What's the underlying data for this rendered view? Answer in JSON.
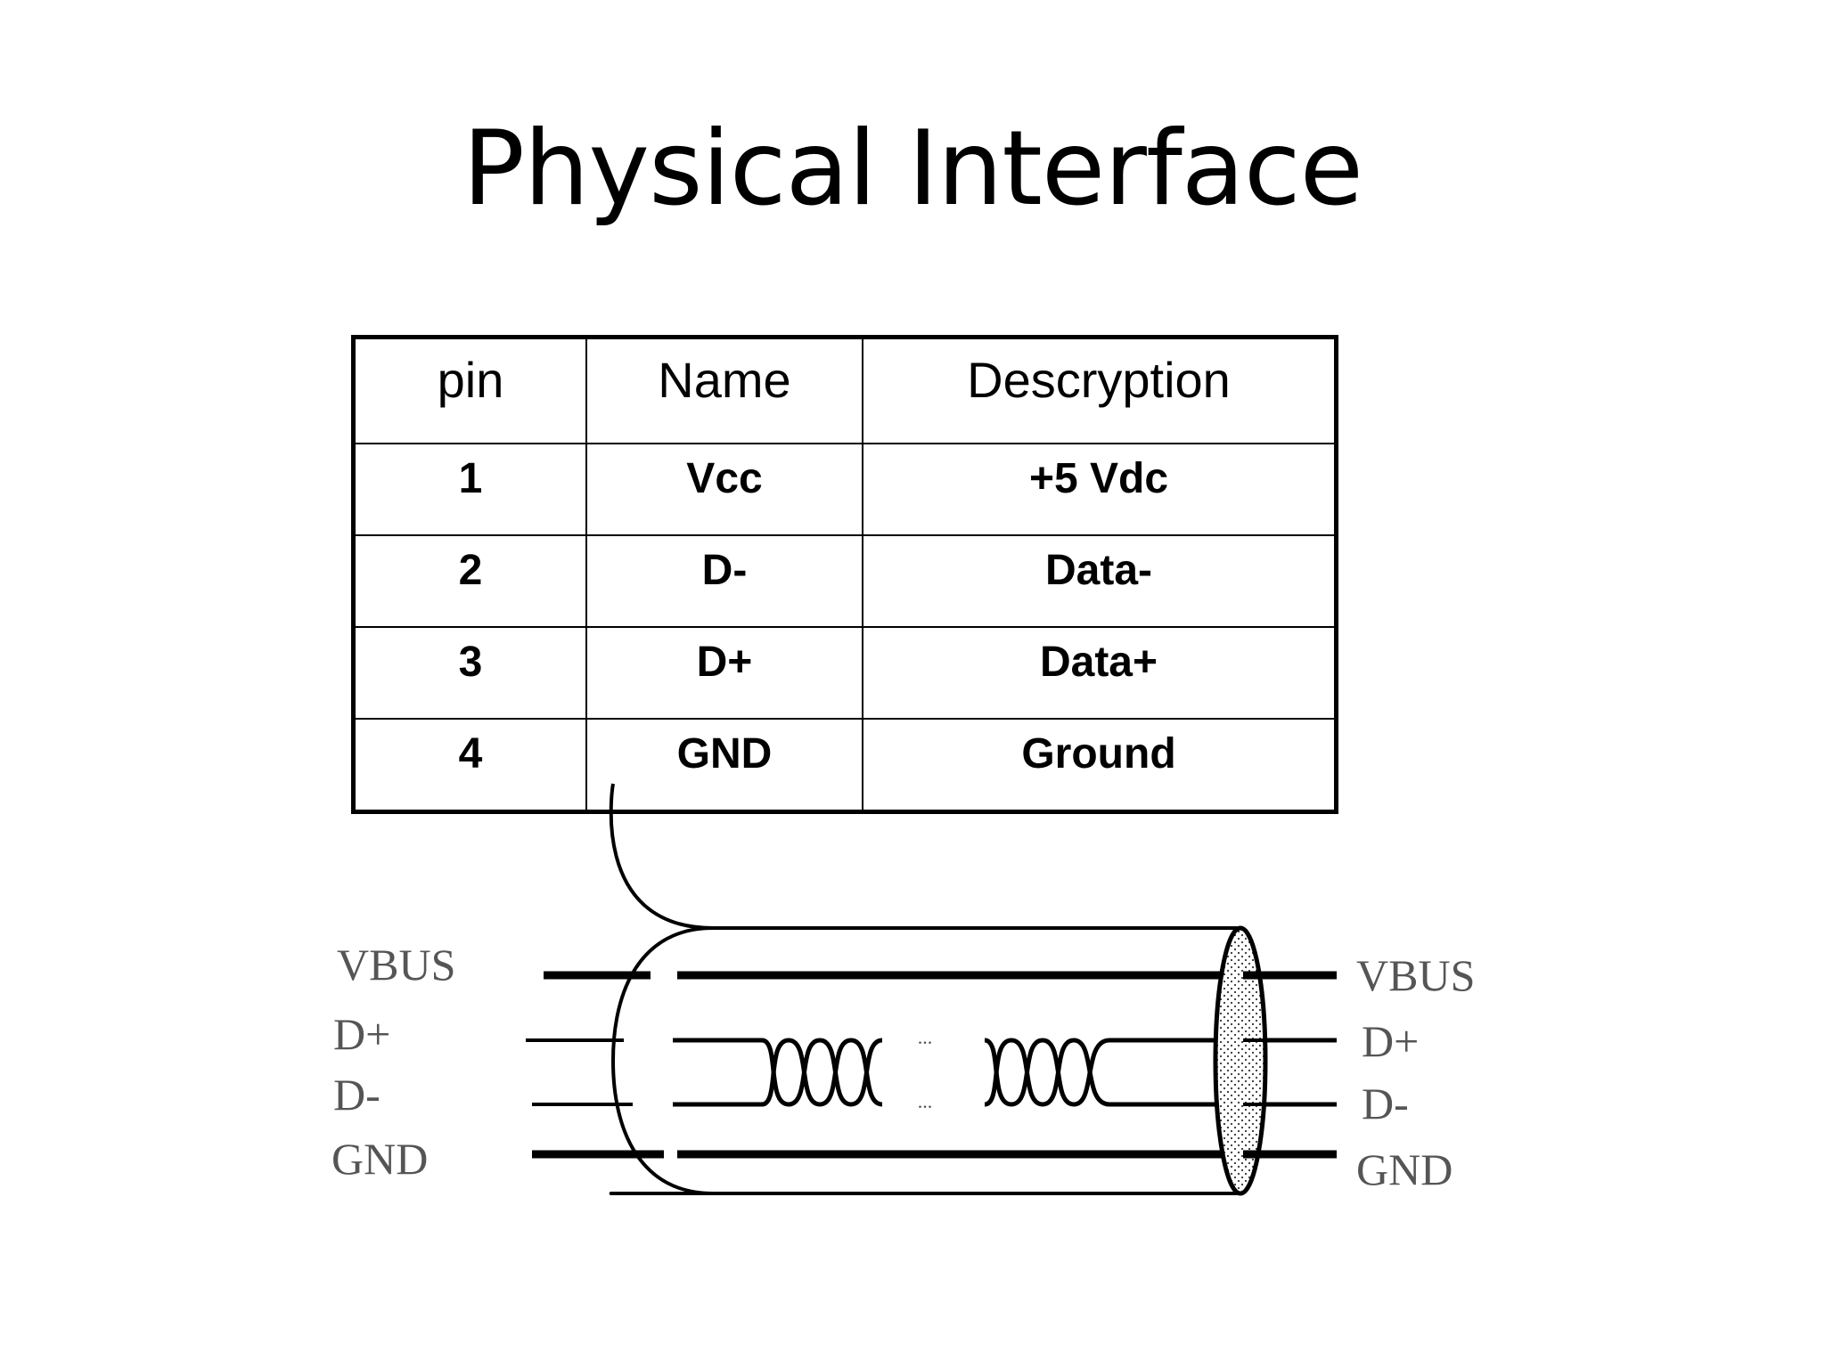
{
  "slide": {
    "title": "Physical Interface"
  },
  "table": {
    "headers": [
      "pin",
      "Name",
      "Descryption"
    ],
    "rows": [
      [
        "1",
        "Vcc",
        "+5 Vdc"
      ],
      [
        "2",
        "D-",
        "Data-"
      ],
      [
        "3",
        "D+",
        "Data+"
      ],
      [
        "4",
        "GND",
        "Ground"
      ]
    ]
  },
  "diagram": {
    "left_labels": [
      "VBUS",
      "D+",
      "D-",
      "GND"
    ],
    "right_labels": [
      "VBUS",
      "D+",
      "D-",
      "GND"
    ],
    "ellipsis": "..."
  }
}
